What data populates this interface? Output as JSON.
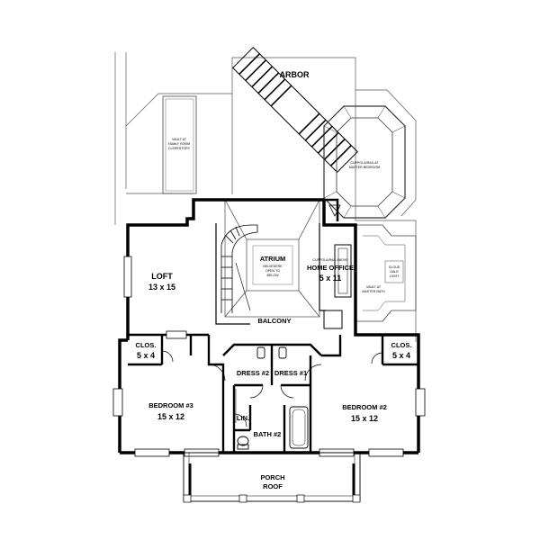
{
  "plan": {
    "rooms": {
      "arbor": {
        "name": "ARBOR"
      },
      "loft": {
        "name": "LOFT",
        "size": "13 x 15"
      },
      "atrium": {
        "name": "ATRIUM",
        "note_1": "BELVEDERE",
        "note_2": "OPEN TO",
        "note_3": "BELOW"
      },
      "home_office": {
        "name": "HOME OFFICE",
        "size": "5 x 11",
        "note": "CUPPOLA/RAIL ABOVE"
      },
      "balcony": {
        "name": "BALCONY"
      },
      "clos_left": {
        "name": "CLOS.",
        "size": "5 x 4"
      },
      "clos_right": {
        "name": "CLOS.",
        "size": "5 x 4"
      },
      "dress_2": {
        "name": "DRESS #2"
      },
      "dress_1": {
        "name": "DRESS #1"
      },
      "bedroom_3": {
        "name": "BEDROOM #3",
        "size": "15 x 12"
      },
      "bedroom_2": {
        "name": "BEDROOM #2",
        "size": "15 x 12"
      },
      "lin": {
        "name": "LIN."
      },
      "bath_2": {
        "name": "BATH #2"
      },
      "porch_roof": {
        "name_1": "PORCH",
        "name_2": "ROOF"
      }
    },
    "notes": {
      "vault_left_1": "VAULT AT",
      "vault_left_2": "FAMILY ROOM",
      "vault_left_3": "CLERESTORY",
      "vault_top_right_1": "CUPPOLA/RAIL AT",
      "vault_top_right_2": "MASTER BEDROOM",
      "vault_right_1": "VAULT AT",
      "vault_right_2": "MASTER BATH",
      "skylight_1": "CLOUD",
      "skylight_2": "GALE",
      "skylight_3": "LIGHT"
    }
  }
}
